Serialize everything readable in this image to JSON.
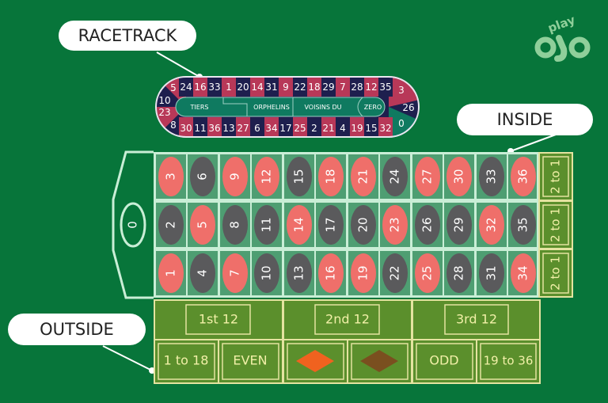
{
  "callouts": {
    "racetrack": "RACETRACK",
    "inside": "INSIDE",
    "outside": "OUTSIDE"
  },
  "logo": {
    "text": "play",
    "brand": "ojo"
  },
  "racetrack": {
    "top_row": [
      "24",
      "16",
      "33",
      "1",
      "20",
      "14",
      "31",
      "9",
      "22",
      "18",
      "29",
      "7",
      "28",
      "12",
      "35"
    ],
    "bottom_row": [
      "30",
      "11",
      "36",
      "13",
      "27",
      "6",
      "34",
      "17",
      "25",
      "2",
      "21",
      "4",
      "19",
      "15",
      "32"
    ],
    "left_end": [
      "5",
      "10",
      "23",
      "8"
    ],
    "right_end": [
      "3",
      "26",
      "0"
    ],
    "sections": [
      "TIERS",
      "ORPHELINS",
      "VOISINS DU",
      "ZERO"
    ]
  },
  "table": {
    "zero": "0",
    "rows": [
      [
        "3",
        "6",
        "9",
        "12",
        "15",
        "18",
        "21",
        "24",
        "27",
        "30",
        "33",
        "36"
      ],
      [
        "2",
        "5",
        "8",
        "11",
        "14",
        "17",
        "20",
        "23",
        "26",
        "29",
        "32",
        "35"
      ],
      [
        "1",
        "4",
        "7",
        "10",
        "13",
        "16",
        "19",
        "22",
        "25",
        "28",
        "31",
        "34"
      ]
    ],
    "red_numbers": [
      "1",
      "3",
      "5",
      "7",
      "9",
      "12",
      "14",
      "16",
      "18",
      "19",
      "21",
      "23",
      "25",
      "27",
      "30",
      "32",
      "34",
      "36"
    ],
    "columns": [
      "2 to 1",
      "2 to 1",
      "2 to 1"
    ],
    "dozens": [
      "1st 12",
      "2nd 12",
      "3rd 12"
    ],
    "outside_bets": [
      "1 to 18",
      "EVEN",
      "red-diamond",
      "black-diamond",
      "ODD",
      "19 to 36"
    ]
  },
  "colors": {
    "background": "#07753a",
    "felt_cell": "#4e9e72",
    "grid_line": "#c9eed6",
    "red": "#ef6f6a",
    "black": "#5a5a5c",
    "outside_felt": "#5b8f2c",
    "outside_border": "#e4e3a0",
    "red_diamond": "#f0621f",
    "black_diamond": "#7a4f1f",
    "rt_red": "#b83858",
    "rt_navy": "#1e1f4e",
    "rt_inner": "#0f7a60"
  }
}
